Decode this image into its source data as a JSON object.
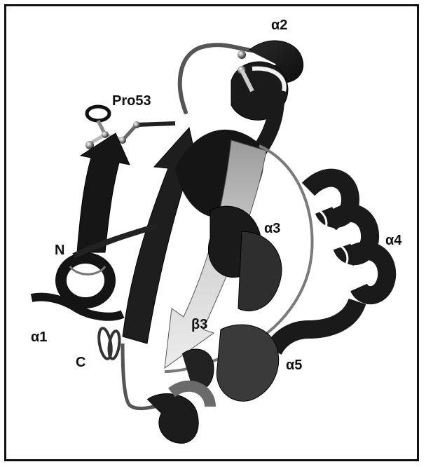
{
  "labels": {
    "alpha1": "α1",
    "alpha2": "α2",
    "alpha3": "α3",
    "alpha4": "α4",
    "alpha5": "α5",
    "beta3": "β3",
    "n_term": "N",
    "c_term": "C",
    "pro53": "Pro53"
  },
  "colors": {
    "ribbon_dark": "#1c1c1c",
    "ribbon_mid": "#4a4a4a",
    "strand_light": "#c8c8c8",
    "coil_gray": "#6e6e6e",
    "frame": "#111111"
  }
}
